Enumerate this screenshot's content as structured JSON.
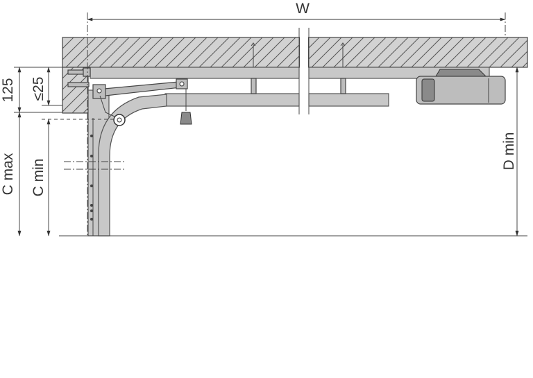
{
  "labels": {
    "width": "W",
    "header_height": "125",
    "max_gap": "≤25",
    "c_max": "C max",
    "c_min": "C min",
    "d_min": "D min"
  },
  "colors": {
    "ceiling_fill": "#d2d2d2",
    "rail_fill": "#c8c8c8",
    "line": "#444444"
  }
}
